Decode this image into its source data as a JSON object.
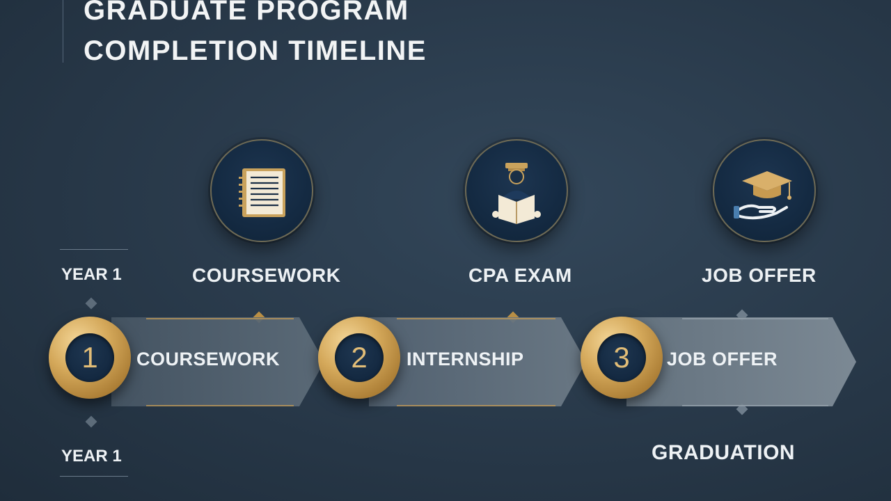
{
  "title": {
    "line1": "GRADUATE PROGRAM",
    "line2": "COMPLETION TIMELINE"
  },
  "milestones": [
    {
      "label": "COURSEWORK",
      "icon": "document-icon"
    },
    {
      "label": "CPA EXAM",
      "icon": "student-reading-icon"
    },
    {
      "label": "JOB OFFER",
      "icon": "graduation-cap-hand-icon"
    }
  ],
  "years": {
    "top": "YEAR 1",
    "bottom": "YEAR 1"
  },
  "steps": [
    {
      "number": "1",
      "label": "COURSEWORK"
    },
    {
      "number": "2",
      "label": "INTERNSHIP"
    },
    {
      "number": "3",
      "label": "JOB OFFER"
    }
  ],
  "end_label": "GRADUATION",
  "colors": {
    "gold": "#d4a85a",
    "navy": "#142a42",
    "background": "#2a3b4c"
  }
}
